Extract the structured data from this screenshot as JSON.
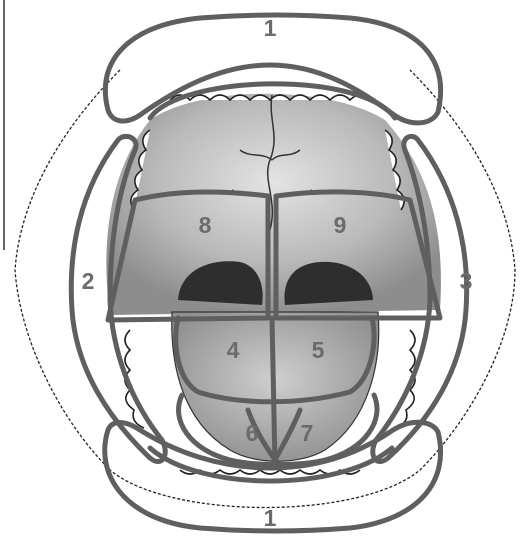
{
  "colors": {
    "outline": "#5f5f5f",
    "label": "#6b6b6b",
    "palate": "#b9b9b9",
    "tongue": "#a8a8a8",
    "throat": "#2e2e2e",
    "background": "#ffffff"
  },
  "regions": [
    {
      "id": "upper-lip",
      "label": "1"
    },
    {
      "id": "lower-lip",
      "label": "1"
    },
    {
      "id": "left-cheek",
      "label": "2"
    },
    {
      "id": "right-cheek",
      "label": "3"
    },
    {
      "id": "tongue-front-left",
      "label": "4"
    },
    {
      "id": "tongue-front-right",
      "label": "5"
    },
    {
      "id": "floor-left",
      "label": "6"
    },
    {
      "id": "floor-right",
      "label": "7"
    },
    {
      "id": "palate-left",
      "label": "8"
    },
    {
      "id": "palate-right",
      "label": "9"
    }
  ]
}
